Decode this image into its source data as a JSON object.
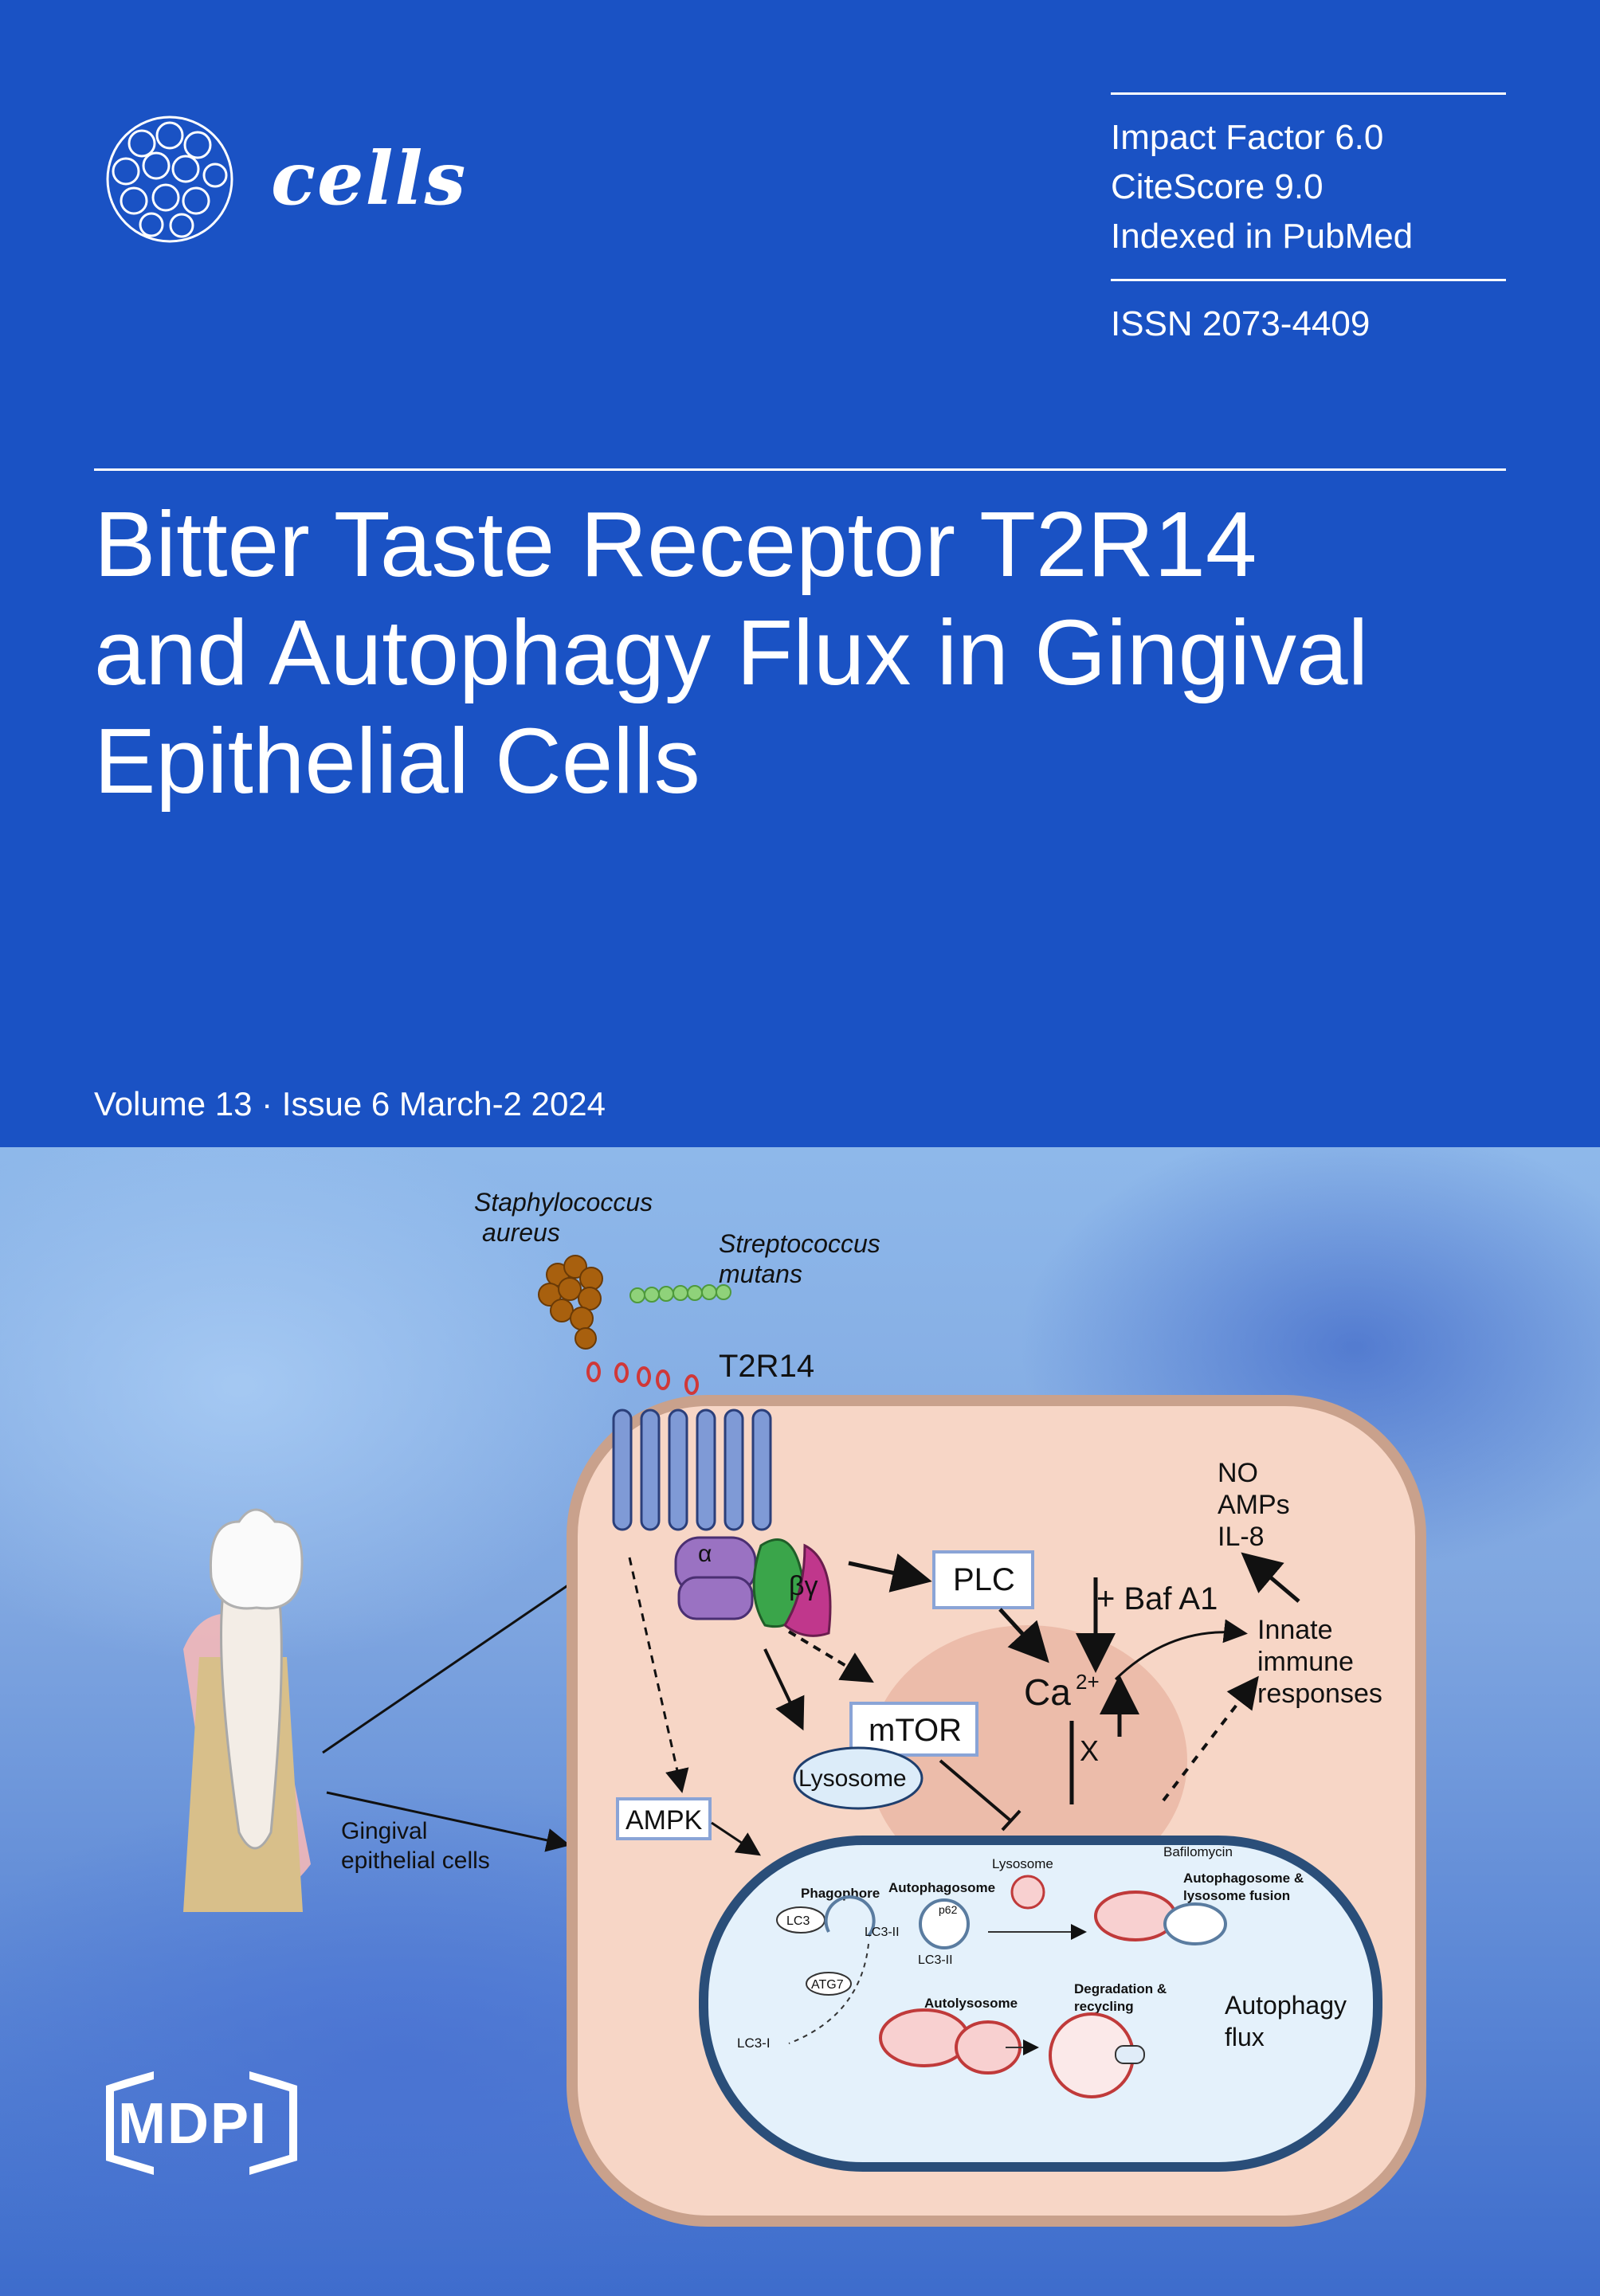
{
  "journal": {
    "name": "cells"
  },
  "metrics": {
    "impact_factor": "Impact Factor 6.0",
    "citescore": "CiteScore 9.0",
    "indexed": "Indexed in PubMed",
    "issn": "ISSN 2073-4409"
  },
  "article": {
    "title_lines": [
      "Bitter Taste Receptor T2R14",
      "and Autophagy Flux in Gingival",
      "Epithelial Cells"
    ]
  },
  "issue": {
    "text": "Volume 13 · Issue 6 March-2 2024"
  },
  "publisher": {
    "name": "MDPI"
  },
  "figure": {
    "staph_1": "Staphylococcus",
    "staph_2": "aureus",
    "strep_1": "Streptococcus",
    "strep_2": "mutans",
    "receptor": "T2R14",
    "alpha": "α",
    "betagamma": "βγ",
    "plc": "PLC",
    "baf": "+ Baf A1",
    "ca": "Ca",
    "ca_sup": "2+",
    "x": "X",
    "no": "NO",
    "amps": "AMPs",
    "il8": "IL-8",
    "innate_1": "Innate",
    "innate_2": "immune",
    "innate_3": "responses",
    "mtor": "mTOR",
    "lysosome": "Lysosome",
    "ampk": "AMPK",
    "gingival_1": "Gingival",
    "gingival_2": "epithelial cells",
    "phagophore": "Phagophore",
    "lc3": "LC3",
    "lc3_ii_a": "LC3-II",
    "autophagosome": "Autophagosome",
    "p62": "p62",
    "lc3_ii_b": "LC3-II",
    "lysosome_small": "Lysosome",
    "bafilomycin": "Bafilomycin",
    "fusion_1": "Autophagosome &",
    "fusion_2": "lysosome fusion",
    "atg7": "ATG7",
    "lc3_i": "LC3-I",
    "autolysosome": "Autolysosome",
    "degradation_1": "Degradation &",
    "degradation_2": "recycling",
    "flux_1": "Autophagy",
    "flux_2": "flux"
  },
  "colors": {
    "cover_blue": "#1a52c4",
    "cell_fill": "#f7d6c6",
    "cell_border": "#c9a18c"
  }
}
